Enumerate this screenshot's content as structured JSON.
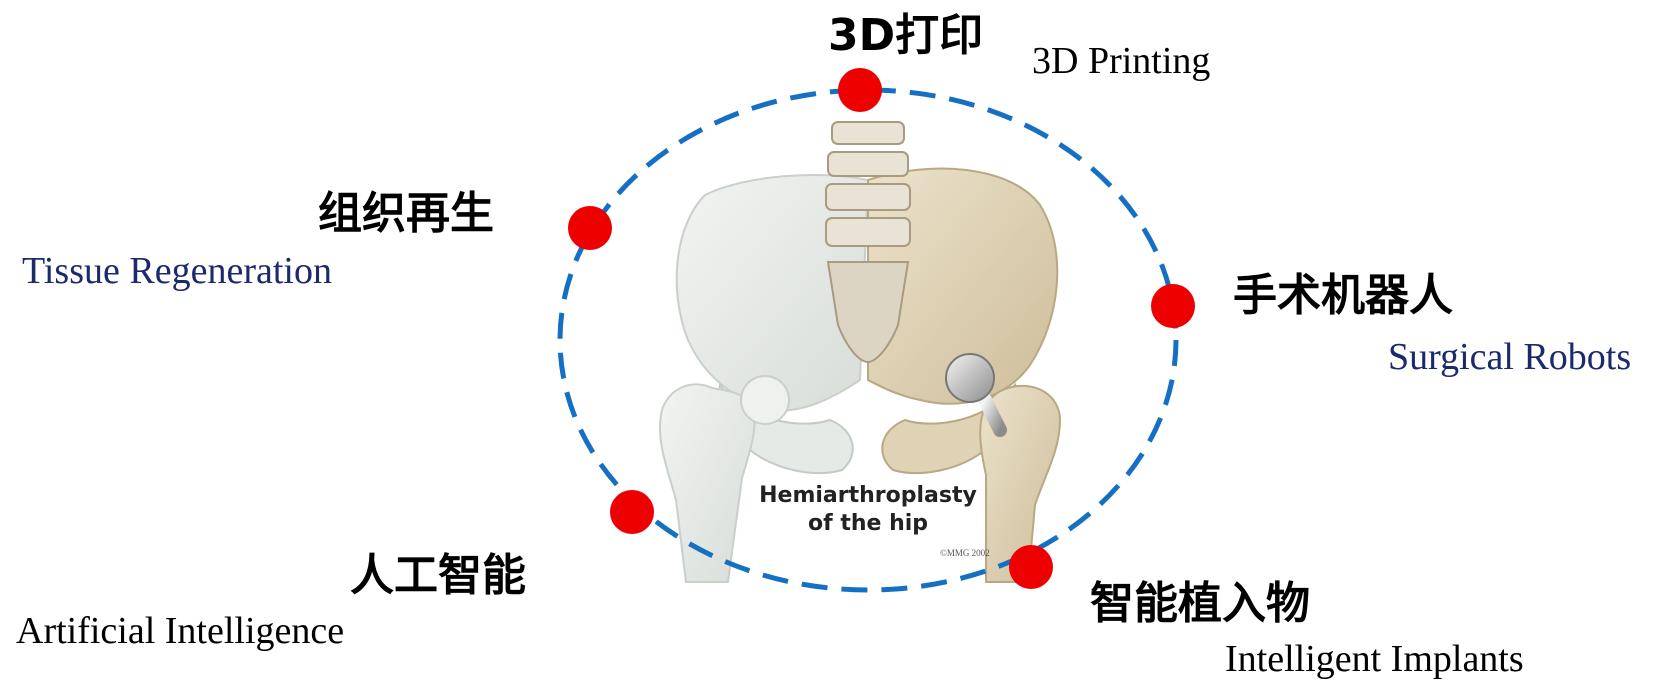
{
  "diagram": {
    "illustration": {
      "title_line1": "Hemiarthroplasty",
      "title_line2": "of the hip",
      "copyright": "©MMG 2002"
    },
    "nodes": [
      {
        "id": "3d-printing",
        "cn": "3D打印",
        "en": "3D Printing"
      },
      {
        "id": "surgical-robots",
        "cn": "手术机器人",
        "en": "Surgical Robots"
      },
      {
        "id": "intelligent-implants",
        "cn": "智能植入物",
        "en": "Intelligent Implants"
      },
      {
        "id": "artificial-intelligence",
        "cn": "人工智能",
        "en": "Artificial Intelligence"
      },
      {
        "id": "tissue-regeneration",
        "cn": "组织再生",
        "en": "Tissue Regeneration"
      }
    ],
    "colors": {
      "ring": "#1570c4",
      "dot": "#ee0000",
      "label_en_navy": "#1b2a6b"
    }
  }
}
